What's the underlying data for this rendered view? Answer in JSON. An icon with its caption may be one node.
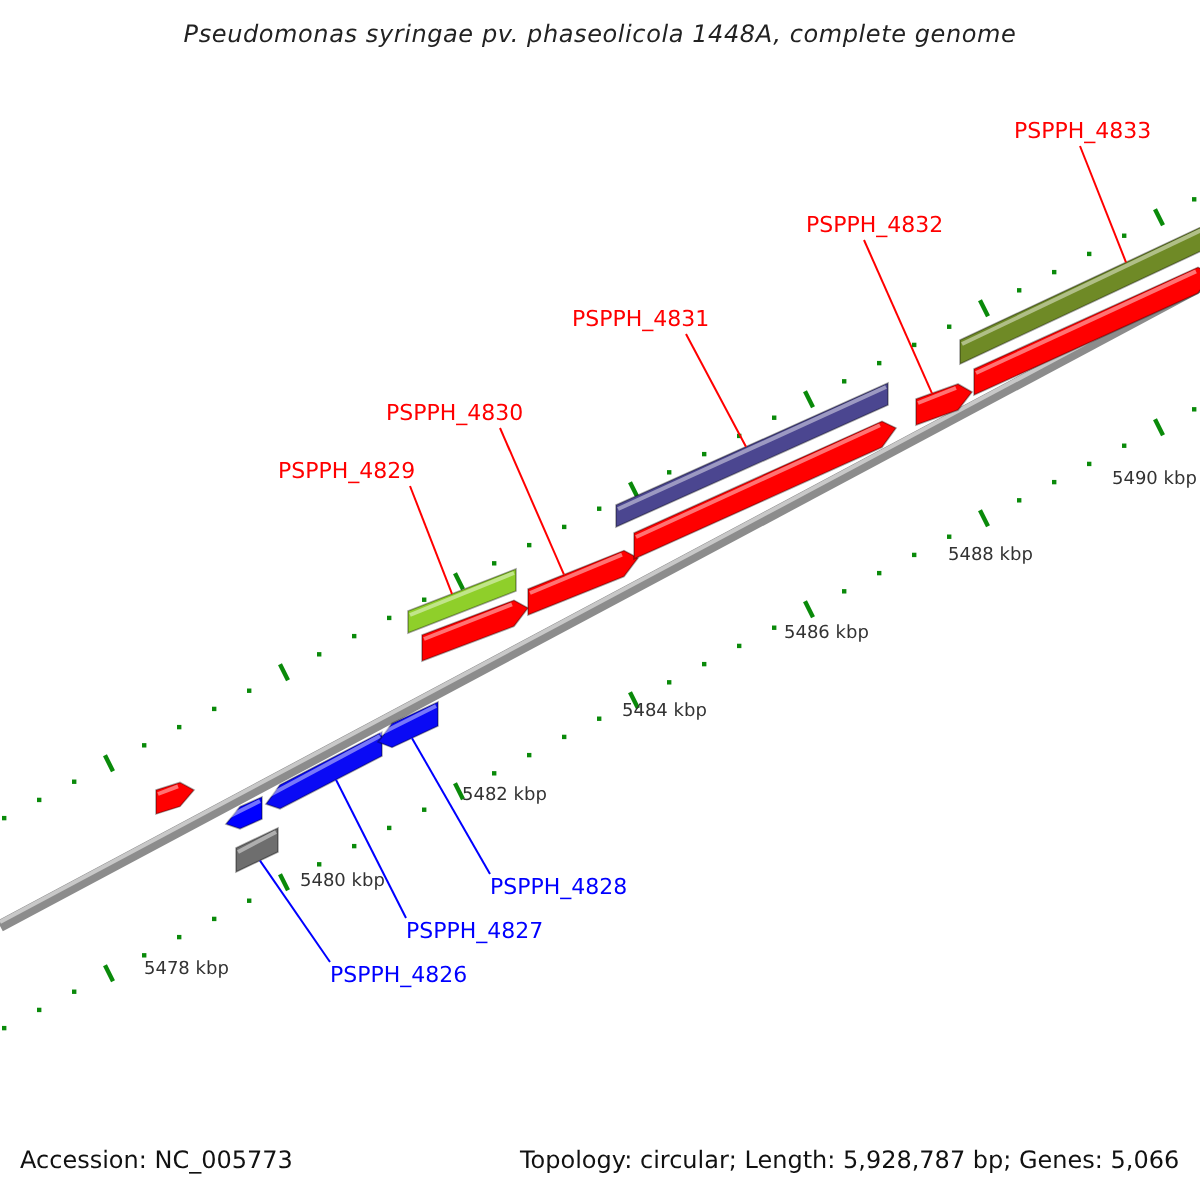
{
  "diagram": {
    "title": "Pseudomonas syringae pv. phaseolicola 1448A, complete genome",
    "nodes": [
      {
        "text": [
          "PSPPH_4833"
        ]
      },
      {
        "text": [
          "PSPPH_4832"
        ]
      },
      {
        "text": [
          "PSPPH_4831"
        ]
      },
      {
        "text": [
          "PSPPH_4830"
        ]
      },
      {
        "text": [
          "PSPPH_4829"
        ]
      },
      {
        "text": [
          "PSPPH_4828"
        ]
      },
      {
        "text": [
          "PSPPH_4827"
        ]
      },
      {
        "text": [
          "PSPPH_4826"
        ]
      },
      {
        "text": [],
        "shape": "bar"
      },
      {
        "text": [],
        "shape": "bar"
      },
      {
        "text": [],
        "shape": "bar"
      },
      {
        "text": [],
        "shape": "bar"
      },
      {
        "text": [],
        "shape": "bar"
      },
      {
        "text": [],
        "shape": "bar"
      },
      {
        "text": [],
        "shape": "bar"
      },
      {
        "text": [],
        "shape": "bar"
      },
      {
        "text": [],
        "shape": "bar"
      },
      {
        "text": [],
        "shape": "bar"
      },
      {
        "text": [],
        "shape": "bar"
      },
      {
        "text": [],
        "shape": "bar"
      },
      {
        "text": [],
        "shape": "bar"
      }
    ],
    "edges": [
      {
        "from": 0,
        "to": 19,
        "arrow": "none"
      },
      {
        "from": 1,
        "to": 18,
        "arrow": "none"
      },
      {
        "from": 2,
        "to": 16,
        "arrow": "none"
      },
      {
        "from": 3,
        "to": 15,
        "arrow": "none"
      },
      {
        "from": 4,
        "to": 13,
        "arrow": "none"
      },
      {
        "from": 5,
        "to": 12,
        "arrow": "none",
        "color": "#0000ff"
      },
      {
        "from": 6,
        "to": 11,
        "arrow": "none",
        "color": "#0000ff"
      },
      {
        "from": 7,
        "to": 10,
        "arrow": "none",
        "color": "#0000ff"
      }
    ],
    "labels": [
      "5490 kbp",
      "5488 kbp",
      "5486 kbp",
      "5484 kbp",
      "5482 kbp",
      "5480 kbp",
      "5478 kbp",
      "Accession: NC_005773",
      "Topology: circular; Length: 5,928,787 bp; Genes: 5,066"
    ]
  }
}
